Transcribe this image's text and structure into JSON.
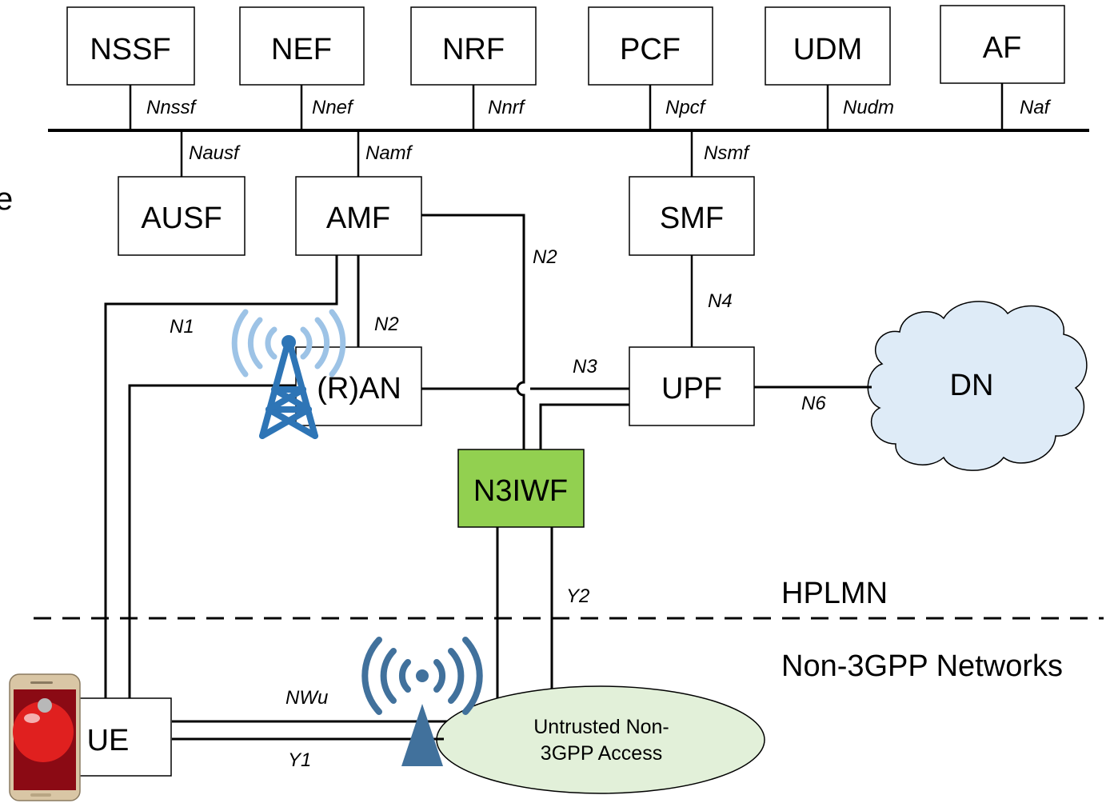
{
  "network_functions": {
    "nssf": "NSSF",
    "nef": "NEF",
    "nrf": "NRF",
    "pcf": "PCF",
    "udm": "UDM",
    "af": "AF",
    "ausf": "AUSF",
    "amf": "AMF",
    "smf": "SMF",
    "ran": "(R)AN",
    "upf": "UPF",
    "n3iwf": "N3IWF",
    "dn": "DN",
    "ue": "UE",
    "untrusted_access_line1": "Untrusted Non-",
    "untrusted_access_line2": "3GPP Access"
  },
  "interfaces": {
    "nnssf": "Nnssf",
    "nnef": "Nnef",
    "nnrf": "Nnrf",
    "npcf": "Npcf",
    "nudm": "Nudm",
    "naf": "Naf",
    "nausf": "Nausf",
    "namf": "Namf",
    "nsmf": "Nsmf",
    "n1": "N1",
    "n2_ran": "N2",
    "n2_n3iwf": "N2",
    "n3": "N3",
    "n4": "N4",
    "n6": "N6",
    "y1": "Y1",
    "y2": "Y2",
    "nwu": "NWu"
  },
  "regions": {
    "hplmn": "HPLMN",
    "non3gpp": "Non-3GPP Networks"
  },
  "edge_fragment": "e",
  "colors": {
    "n3iwf_fill": "#92d050",
    "untrusted_fill": "#e2f0d9",
    "dn_fill": "#deebf7",
    "antenna_blue": "#2e75b6",
    "wifi_blue": "#41719c"
  }
}
